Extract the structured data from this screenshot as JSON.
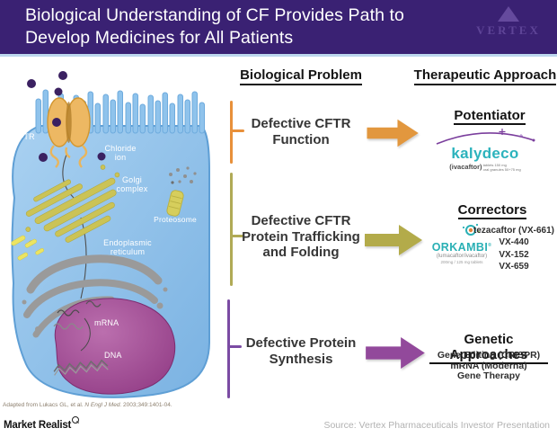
{
  "header": {
    "title": "Biological Understanding of CF Provides Path to\nDevelop Medicines for All Patients",
    "logo_text": "VERTEX",
    "bg_color": "#3a2173"
  },
  "columns": {
    "problem_header": "Biological Problem",
    "approach_header": "Therapeutic Approach"
  },
  "problems": {
    "p1": "Defective CFTR\nFunction",
    "p2": "Defective CFTR\nProtein Trafficking\nand Folding",
    "p3": "Defective Protein\nSynthesis"
  },
  "approaches": {
    "potentiator": {
      "title": "Potentiator",
      "drug": {
        "brand": "kalydeco",
        "generic": "(ivacaftor)",
        "desc_line1": "tablets 150 mg",
        "desc_line2": "oral granules 50+75 mg"
      }
    },
    "correctors": {
      "title": "Correctors",
      "drug": {
        "brand": "ORKAMBI",
        "reg_mark": "®",
        "generic": "(lumacaftor/ivacaftor)",
        "dose": "200mg / 125 mg tablets"
      },
      "pipeline": [
        "tezacaftor (VX-661)",
        "VX-440",
        "VX-152",
        "VX-659"
      ]
    },
    "genetic": {
      "title": "Genetic Approaches",
      "items": [
        "Gene Editing (CRISPR)",
        "mRNA (Moderna)",
        "Gene Therapy"
      ]
    }
  },
  "cell_diagram": {
    "labels": {
      "cftr": "CFTR",
      "chloride_ion": "Chloride\nion",
      "golgi": "Golgi\ncomplex",
      "proteosome": "Proteosome",
      "endoplasmic_reticulum": "Endoplasmic\nreticulum",
      "mrna": "mRNA",
      "dna": "DNA"
    }
  },
  "footnote": {
    "pre": "Adapted from Lukacs GL, et al. ",
    "journal": "N Engl J Med.",
    "post": " 2003;349:1401-04."
  },
  "footer": {
    "brand": "Market Realist",
    "source": "Source: Vertex Pharmaceuticals Investor Presentation"
  },
  "colors": {
    "row1_orange": "#e8903a",
    "row2_olive": "#b3ab4a",
    "row3_purple": "#92499b",
    "brand_teal": "#2bb3b9",
    "header_purple": "#3a2173"
  }
}
